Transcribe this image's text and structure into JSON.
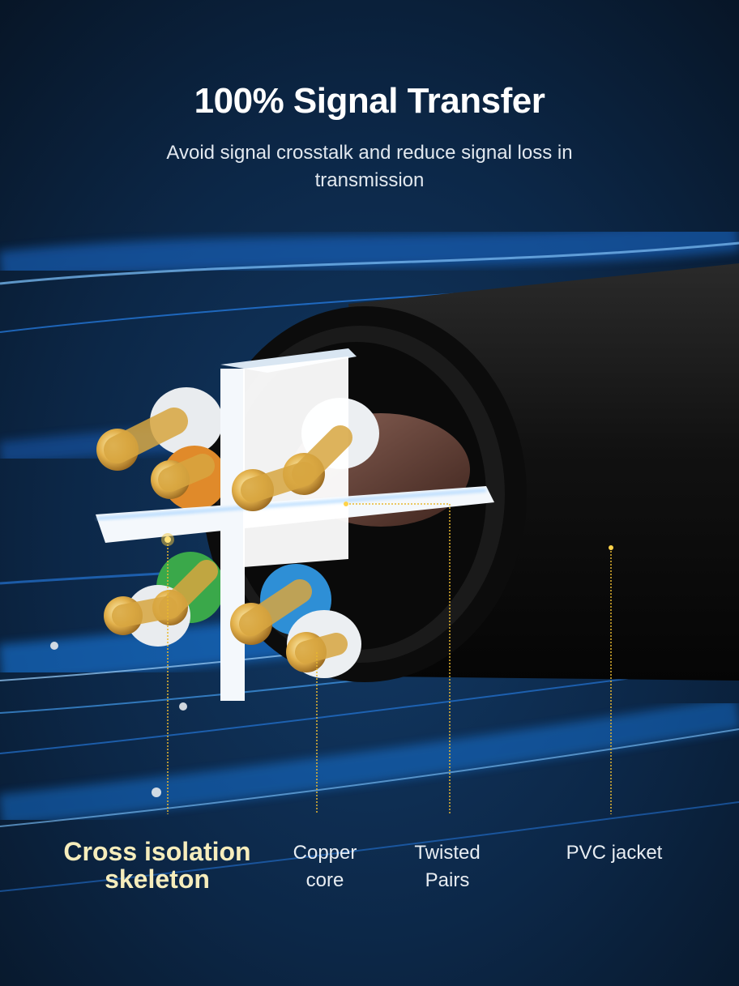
{
  "headline": "100% Signal Transfer",
  "subtitle": "Avoid signal crosstalk and reduce signal loss in transmission",
  "labels": {
    "cross_isolation": "Cross isolation\nskeleton",
    "copper_core": "Copper\ncore",
    "twisted_pairs": "Twisted\nPairs",
    "pvc_jacket": "PVC jacket"
  },
  "colors": {
    "background": "#0a1a2e",
    "streak_blue": "#1e8bff",
    "jacket": "#151515",
    "skeleton": "#f4f8fc",
    "copper": "#d8a640",
    "callout": "#e8b830",
    "highlight_text": "#f6edbc"
  },
  "icons": [
    "cable-cross-section-illustration",
    "copper-strand-bundle"
  ]
}
